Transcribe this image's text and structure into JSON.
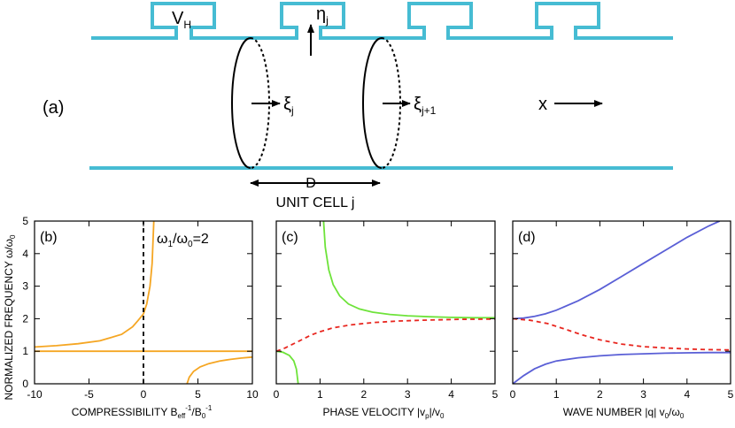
{
  "colors": {
    "waveguide": "#46bcd3",
    "orange": "#f5a623",
    "green": "#6ee33a",
    "red": "#e8261f",
    "blue": "#5a5fd6"
  },
  "schematic": {
    "panel_label": "(a)",
    "resonator_label": "V",
    "resonator_sub": "H",
    "eta_label": "η",
    "eta_sub": "j",
    "xi1_label": "ξ",
    "xi1_sub": "j",
    "xi2_label": "ξ",
    "xi2_sub": "j+1",
    "x_label": "x",
    "period_label": "D",
    "cell_label": "UNIT CELL j"
  },
  "ylabel_main": "NORMALIZED FREQUENCY",
  "ylabel_unit": "ω/ω",
  "ylabel_unit_sub": "0",
  "chart_data": [
    {
      "type": "line",
      "panel": "(b)",
      "annotation": "ω",
      "annotation_sub1": "1",
      "annotation_mid": "/ω",
      "annotation_sub0": "0",
      "annotation_tail": "=2",
      "xlabel": "COMPRESSIBILITY B",
      "xlabel_sub1": "eff",
      "xlabel_sup1": "-1",
      "xlabel_mid": "/B",
      "xlabel_sub2": "0",
      "xlabel_sup2": "-1",
      "xlim": [
        -10,
        10
      ],
      "ylim": [
        0,
        5
      ],
      "xticks": [
        "-10",
        "-5",
        "0",
        "5",
        "10"
      ],
      "yticks": [
        "0",
        "1",
        "2",
        "3",
        "4",
        "5"
      ],
      "series": [
        {
          "style": "orange",
          "x": [
            -10,
            -8,
            -6,
            -4,
            -2,
            -1,
            -0.5,
            0,
            0.3,
            0.6,
            0.8,
            0.95
          ],
          "y": [
            1.13,
            1.17,
            1.23,
            1.32,
            1.52,
            1.75,
            1.94,
            2.15,
            2.45,
            3.0,
            3.7,
            5.0
          ]
        },
        {
          "style": "orange",
          "x": [
            -10,
            10
          ],
          "y": [
            1.0,
            1.0
          ]
        },
        {
          "style": "orange",
          "x": [
            4.0,
            4.2,
            4.6,
            5.2,
            6,
            7,
            8,
            9,
            10
          ],
          "y": [
            0.0,
            0.2,
            0.38,
            0.52,
            0.62,
            0.7,
            0.75,
            0.79,
            0.82
          ]
        },
        {
          "style": "black-dashed",
          "x": [
            0,
            0
          ],
          "y": [
            0,
            5
          ]
        }
      ]
    },
    {
      "type": "line",
      "panel": "(c)",
      "xlabel": "PHASE VELOCITY |v",
      "xlabel_sub1": "p",
      "xlabel_tail": "|/v",
      "xlabel_sub2": "0",
      "xlim": [
        0,
        5
      ],
      "ylim": [
        0,
        5
      ],
      "xticks": [
        "0",
        "1",
        "2",
        "3",
        "4",
        "5"
      ],
      "yticks": [],
      "series": [
        {
          "style": "green",
          "x": [
            1.08,
            1.12,
            1.2,
            1.3,
            1.45,
            1.65,
            1.9,
            2.2,
            2.6,
            3.0,
            3.5,
            4.0,
            4.5,
            5.0
          ],
          "y": [
            5.0,
            4.2,
            3.5,
            3.05,
            2.7,
            2.45,
            2.3,
            2.2,
            2.13,
            2.09,
            2.06,
            2.04,
            2.03,
            2.03
          ]
        },
        {
          "style": "green",
          "x": [
            0,
            0.15,
            0.3,
            0.4,
            0.46,
            0.5
          ],
          "y": [
            1.0,
            0.97,
            0.87,
            0.7,
            0.45,
            0.0
          ]
        },
        {
          "style": "red-dashed",
          "x": [
            0,
            0.2,
            0.5,
            0.8,
            1.0,
            1.3,
            1.7,
            2.2,
            2.8,
            3.5,
            4.2,
            5.0
          ],
          "y": [
            1.0,
            1.1,
            1.3,
            1.5,
            1.6,
            1.72,
            1.81,
            1.88,
            1.93,
            1.96,
            1.98,
            1.99
          ]
        }
      ]
    },
    {
      "type": "line",
      "panel": "(d)",
      "xlabel": "WAVE NUMBER |q| v",
      "xlabel_sub1": "0",
      "xlabel_mid": "/ω",
      "xlabel_sub2": "0",
      "xlim": [
        0,
        5
      ],
      "ylim": [
        0,
        5
      ],
      "xticks": [
        "0",
        "1",
        "2",
        "3",
        "4",
        "5"
      ],
      "yticks": [],
      "series": [
        {
          "style": "blue",
          "x": [
            0,
            0.25,
            0.5,
            0.75,
            1.0,
            1.5,
            2.0,
            2.5,
            3.0,
            3.5,
            4.0,
            4.5,
            4.75
          ],
          "y": [
            2.0,
            2.02,
            2.07,
            2.15,
            2.26,
            2.55,
            2.9,
            3.3,
            3.7,
            4.1,
            4.5,
            4.85,
            5.0
          ]
        },
        {
          "style": "blue",
          "x": [
            0,
            0.25,
            0.5,
            0.75,
            1.0,
            1.5,
            2.0,
            2.5,
            3.0,
            3.5,
            4.0,
            4.5,
            5.0
          ],
          "y": [
            0.0,
            0.25,
            0.46,
            0.6,
            0.7,
            0.8,
            0.86,
            0.9,
            0.92,
            0.94,
            0.95,
            0.96,
            0.96
          ]
        },
        {
          "style": "red-dashed",
          "x": [
            0,
            0.4,
            0.8,
            1.2,
            1.6,
            2.0,
            2.5,
            3.0,
            3.5,
            4.0,
            4.5,
            5.0
          ],
          "y": [
            2.0,
            1.95,
            1.85,
            1.68,
            1.5,
            1.35,
            1.22,
            1.14,
            1.1,
            1.07,
            1.05,
            1.04
          ]
        }
      ]
    }
  ]
}
